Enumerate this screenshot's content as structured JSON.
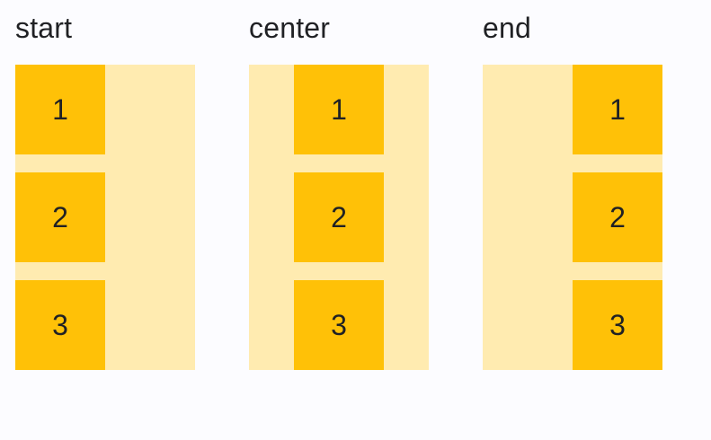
{
  "colors": {
    "background": "#FCFCFF",
    "container": "#FFEBB0",
    "item": "#FFC107",
    "text": "#202124"
  },
  "examples": [
    {
      "label": "start",
      "alignment": "start",
      "items": [
        "1",
        "2",
        "3"
      ]
    },
    {
      "label": "center",
      "alignment": "center",
      "items": [
        "1",
        "2",
        "3"
      ]
    },
    {
      "label": "end",
      "alignment": "end",
      "items": [
        "1",
        "2",
        "3"
      ]
    }
  ]
}
